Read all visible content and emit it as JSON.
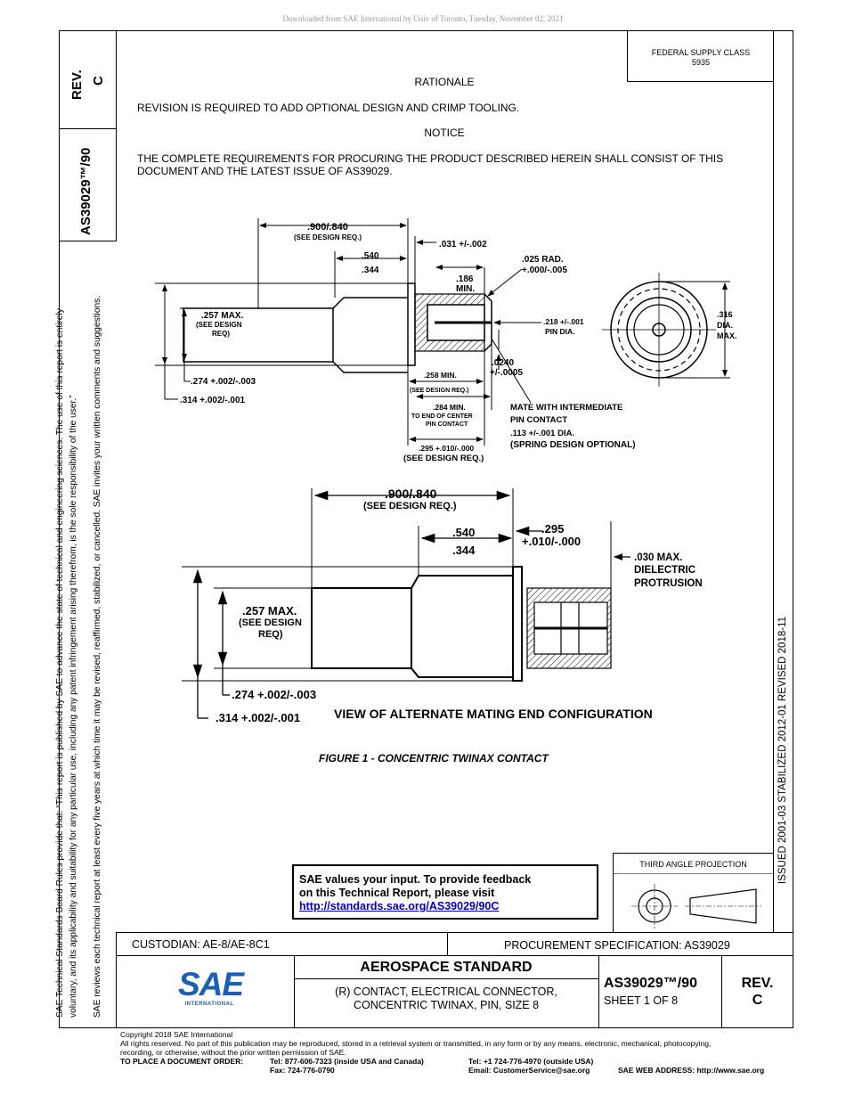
{
  "download_notice": "Downloaded from SAE International by Univ of Toronto, Tuesday, November 02, 2021",
  "left_margin": {
    "rev_label": "REV.",
    "rev_value": "C",
    "doc_number": "AS39029™/90",
    "rules_line1": "SAE Technical Standards Board Rules provide that: “This report is published by SAE to advance the state of technical and engineering sciences. The use of this report is entirely",
    "rules_line2": "voluntary, and its applicability and suitability for any particular use, including any patent infringement arising therefrom, is the sole responsibility of the user.”",
    "rules_line3": "SAE reviews each technical report at least every five years at which time it may be revised, reaffirmed, stabilized, or cancelled. SAE invites your written comments and suggestions."
  },
  "right_margin": {
    "history": "ISSUED 2001-03    STABILIZED 2012-01    REVISED 2018-11"
  },
  "header": {
    "fsc_label": "FEDERAL SUPPLY CLASS",
    "fsc_value": "5935"
  },
  "content": {
    "rationale_title": "RATIONALE",
    "rationale_text": "REVISION IS REQUIRED TO ADD OPTIONAL DESIGN AND CRIMP TOOLING.",
    "notice_title": "NOTICE",
    "notice_text_line1": "THE COMPLETE REQUIREMENTS FOR PROCURING THE PRODUCT DESCRIBED HEREIN SHALL CONSIST OF THIS",
    "notice_text_line2": "DOCUMENT AND THE LATEST ISSUE OF AS39029."
  },
  "drawing_top": {
    "dim_overall": ".900/.840",
    "dim_overall_note": "(SEE DESIGN REQ.)",
    "dim_031": ".031 +/-.002",
    "dim_540": ".540",
    "dim_344": ".344",
    "dim_186": ".186",
    "dim_186_min": "MIN.",
    "dim_025": ".025 RAD.",
    "dim_025_tol": "+.000/-.005",
    "dim_257": ".257 MAX.",
    "dim_257_note1": "(SEE DESIGN",
    "dim_257_note2": "REQ)",
    "dim_218": ".218 +/-.001",
    "dim_218_note": "PIN DIA.",
    "dim_316": ".316",
    "dim_316_dia": "DIA.",
    "dim_316_max": "MAX.",
    "dim_0240": ".0240",
    "dim_0240_tol": "+/-.0005",
    "dim_274": ".274 +.002/-.003",
    "dim_314": ".314 +.002/-.001",
    "dim_258": ".258 MIN.",
    "dim_258_note": "(SEE DESIGN REQ.)",
    "dim_284": ".284 MIN.",
    "dim_284_note1": "TO END OF CENTER",
    "dim_284_note2": "PIN CONTACT",
    "dim_295": ".295 +.010/-.000",
    "dim_295_note": "(SEE DESIGN REQ.)",
    "mate_line1": "MATE WITH INTERMEDIATE",
    "mate_line2": "PIN CONTACT",
    "mate_line3": ".113 +/-.001 DIA.",
    "mate_line4": "(SPRING DESIGN OPTIONAL)"
  },
  "drawing_bottom": {
    "dim_overall": ".900/.840",
    "dim_overall_note": "(SEE DESIGN REQ.)",
    "dim_540": ".540",
    "dim_344": ".344",
    "dim_295": ".295",
    "dim_295_tol": "+.010/-.000",
    "dim_030": ".030 MAX.",
    "dim_030_l2": "DIELECTRIC",
    "dim_030_l3": "PROTRUSION",
    "dim_257": ".257 MAX.",
    "dim_257_note1": "(SEE DESIGN",
    "dim_257_note2": "REQ)",
    "dim_274": ".274 +.002/-.003",
    "dim_314": ".314 +.002/-.001",
    "view_title": "VIEW OF ALTERNATE MATING END CONFIGURATION"
  },
  "figure_caption": "FIGURE 1 - CONCENTRIC TWINAX CONTACT",
  "feedback": {
    "line1": "SAE values your input. To provide feedback",
    "line2": "on this Technical Report, please visit",
    "link": "http://standards.sae.org/AS39029/90C"
  },
  "projection": {
    "label": "THIRD ANGLE PROJECTION"
  },
  "title_block": {
    "custodian": "CUSTODIAN: AE-8/AE-8C1",
    "procurement": "PROCUREMENT SPECIFICATION: AS39029",
    "logo_text": "SAE",
    "logo_sub": "INTERNATIONAL",
    "standard_type": "AEROSPACE STANDARD",
    "title_line1": "(R) CONTACT, ELECTRICAL CONNECTOR,",
    "title_line2": "CONCENTRIC TWINAX, PIN, SIZE 8",
    "doc_number": "AS39029™/90",
    "sheet": "SHEET 1 OF 8",
    "rev_label": "REV.",
    "rev_value": "C"
  },
  "footer": {
    "copyright": "Copyright 2018 SAE International",
    "rights1": "All rights reserved. No part of this publication may be reproduced, stored in a retrieval system or transmitted, in any form or by any means, electronic, mechanical, photocopying,",
    "rights2": "recording, or otherwise, without the prior written permission of SAE.",
    "order_label": "TO PLACE A DOCUMENT ORDER:",
    "tel_us": "Tel: 877-606-7323 (inside USA and Canada)",
    "fax": "Fax: 724-776-0790",
    "tel_intl": "Tel: +1 724-776-4970 (outside USA)",
    "email": "Email: CustomerService@sae.org",
    "web": "SAE WEB ADDRESS: http://www.sae.org"
  }
}
